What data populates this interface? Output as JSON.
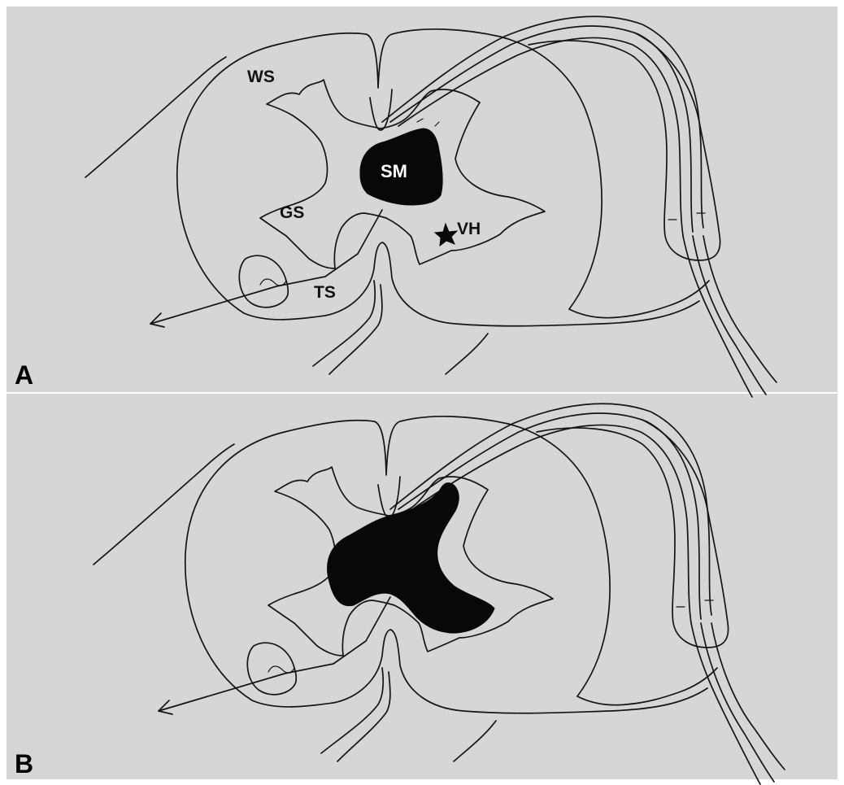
{
  "figure": {
    "panels": [
      {
        "id": "A",
        "letter": "A",
        "labels": {
          "ws": "WS",
          "gs": "GS",
          "ts": "TS",
          "sm": "SM",
          "vh": "VH"
        }
      },
      {
        "id": "B",
        "letter": "B"
      }
    ],
    "colors": {
      "background": "#d6d6d6",
      "ink": "#141414",
      "mass": "#080808",
      "border": "#ffffff"
    }
  }
}
